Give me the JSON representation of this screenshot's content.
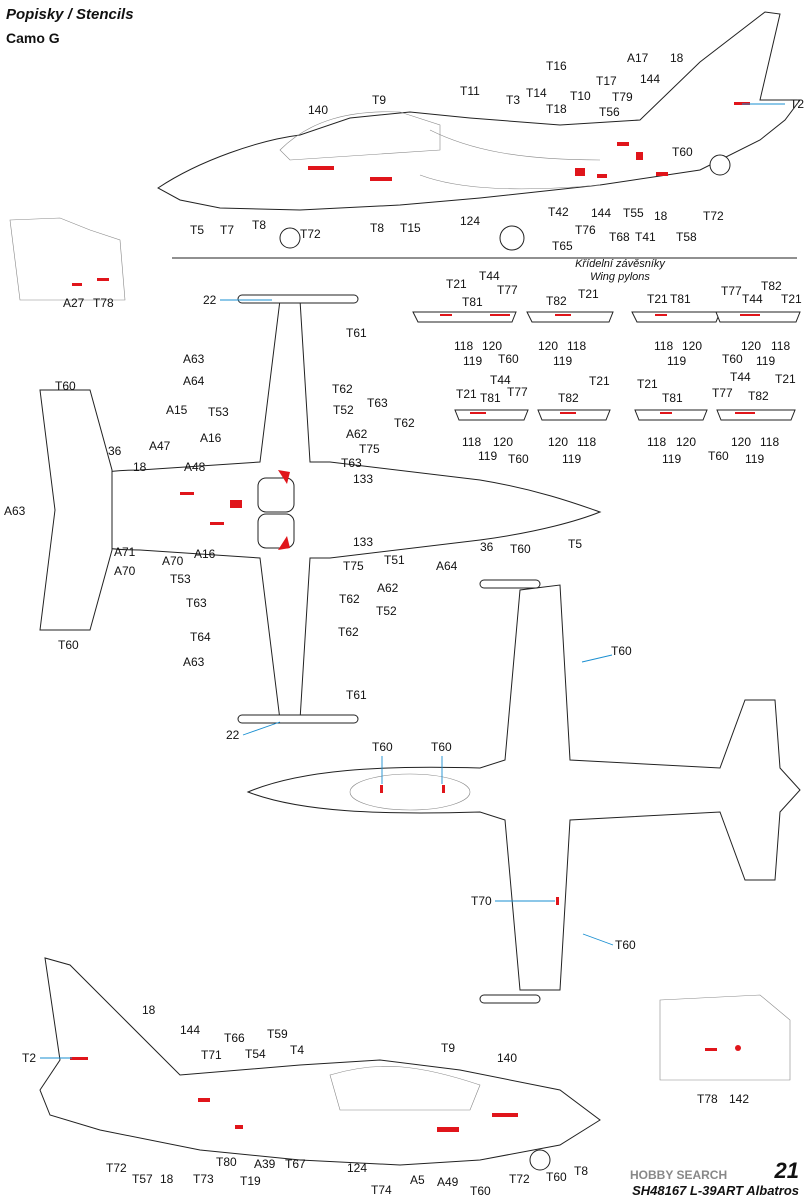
{
  "header": {
    "title": "Popisky / Stencils",
    "subtitle": "Camo G"
  },
  "pylons": {
    "title_cz": "Křídelní závěsníky",
    "title_en": "Wing pylons"
  },
  "footer": {
    "page_number": "21",
    "product": "SH48167 L-39ART Albatros",
    "logo": "HOBBY SEARCH"
  },
  "colors": {
    "stencil": "#e0151b",
    "leader_line": "#1a8fd1",
    "outline": "#222222"
  },
  "callouts": {
    "side_top": [
      "T2",
      "18",
      "A17",
      "144",
      "T79",
      "T17",
      "T56",
      "T10",
      "T16",
      "T18",
      "T14",
      "T3",
      "T11",
      "T9",
      "140",
      "T60",
      "T72",
      "T58",
      "18",
      "T41",
      "T55",
      "T68",
      "144",
      "T76",
      "T42",
      "T65",
      "124",
      "T15",
      "T8",
      "T72",
      "T8",
      "T7",
      "T5"
    ],
    "canopy_detail": [
      "A27",
      "T78"
    ],
    "top_view": [
      "22",
      "T61",
      "A63",
      "A64",
      "T62",
      "T53",
      "T52",
      "A15",
      "T63",
      "A62",
      "A16",
      "T62",
      "A47",
      "T75",
      "36",
      "18",
      "A48",
      "T63",
      "133",
      "A63",
      "T60",
      "133",
      "36",
      "T60",
      "T5",
      "A71",
      "A70",
      "A70",
      "A16",
      "T53",
      "T51",
      "T75",
      "A64",
      "T63",
      "A62",
      "T62",
      "T64",
      "T52",
      "T62",
      "A63",
      "T61",
      "22",
      "T60"
    ],
    "pylons_row1_left": {
      "top": [
        "T21",
        "T44",
        "T77",
        "T81"
      ],
      "bottom": [
        "118",
        "119",
        "120",
        "T60"
      ]
    },
    "pylons_row1_mid": {
      "top": [
        "T82",
        "T21"
      ],
      "bottom": [
        "120",
        "119",
        "118"
      ]
    },
    "pylons_row1_right": {
      "top": [
        "T21",
        "T81"
      ],
      "bottom": [
        "118",
        "119",
        "120"
      ]
    },
    "pylons_row1_far": {
      "top": [
        "T77",
        "T82",
        "T44",
        "T21"
      ],
      "bottom": [
        "T60",
        "120",
        "119",
        "118"
      ]
    },
    "pylons_row2_left": {
      "top": [
        "T44",
        "T21",
        "T81",
        "T77"
      ],
      "bottom": [
        "118",
        "120",
        "119",
        "T60"
      ]
    },
    "pylons_row2_mid": {
      "top": [
        "T82",
        "T21"
      ],
      "bottom": [
        "120",
        "118",
        "119"
      ]
    },
    "pylons_row2_right": {
      "top": [
        "T21",
        "T81"
      ],
      "bottom": [
        "118",
        "120",
        "119"
      ]
    },
    "pylons_row2_far": {
      "top": [
        "T44",
        "T77",
        "T82",
        "T21"
      ],
      "bottom": [
        "T60",
        "120",
        "118",
        "119"
      ]
    },
    "bottom_view": [
      "T60",
      "T60",
      "T60",
      "T70",
      "T60"
    ],
    "side_bottom": [
      "18",
      "144",
      "T66",
      "T59",
      "T71",
      "T54",
      "T4",
      "T9",
      "140",
      "T2",
      "T72",
      "T57",
      "18",
      "T73",
      "T80",
      "T19",
      "A39",
      "T67",
      "124",
      "T74",
      "A5",
      "A49",
      "T60",
      "T72",
      "T60",
      "T8"
    ],
    "canopy_detail_2": [
      "T78",
      "142"
    ]
  }
}
